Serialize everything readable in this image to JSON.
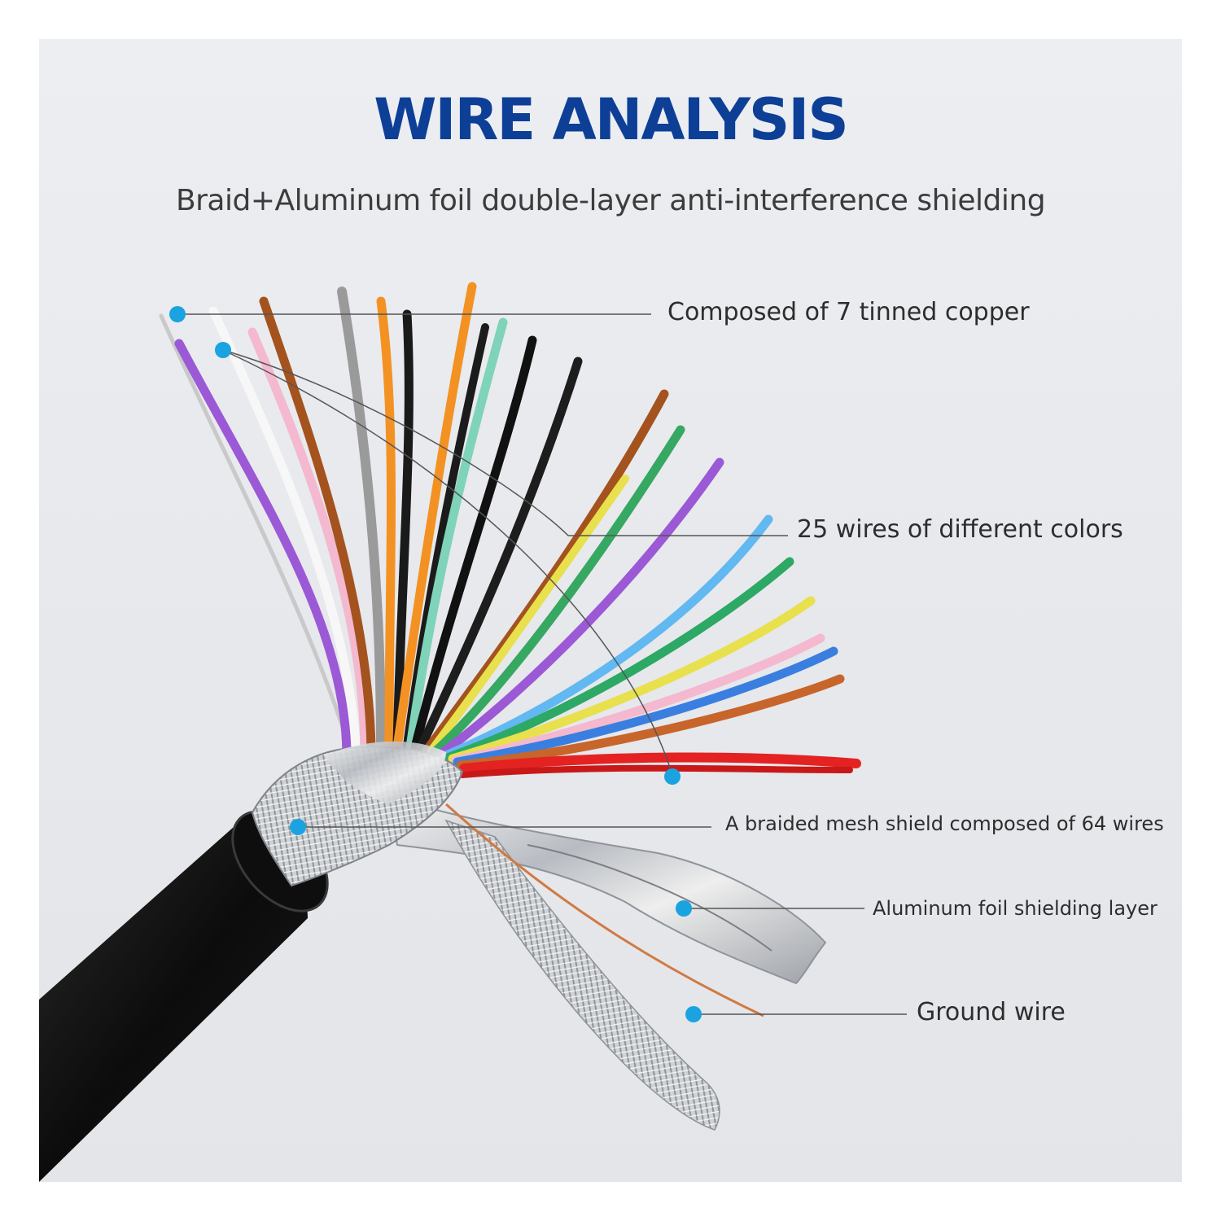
{
  "title": "WIRE ANALYSIS",
  "subtitle": "Braid+Aluminum foil double-layer anti-interference shielding",
  "callouts": [
    {
      "id": "tinned-copper",
      "text": "Composed of 7 tinned copper"
    },
    {
      "id": "colored-wires",
      "text": "25 wires of different colors"
    },
    {
      "id": "braided-shield",
      "text": "A braided mesh shield composed of 64 wires"
    },
    {
      "id": "foil-layer",
      "text": "Aluminum foil shielding layer"
    },
    {
      "id": "ground-wire",
      "text": "Ground wire"
    }
  ],
  "colors": {
    "title": "#0d3f97",
    "text": "#2d2d2d",
    "marker": "#1aa3e0",
    "cable_jacket": "#111111",
    "wires": [
      "#9b59d6",
      "#f3f3f3",
      "#f4b8cf",
      "#a4531e",
      "#9a9a9a",
      "#f39223",
      "#1a1a1a",
      "#7fd3b8",
      "#1b1b1b",
      "#a4531e",
      "#36a862",
      "#9b59d6",
      "#62b8f0",
      "#2da865",
      "#e8e04c",
      "#f4b8cf",
      "#3a7fe0",
      "#c8652a",
      "#e42222"
    ]
  },
  "icons": [
    "callout-marker-icon"
  ]
}
